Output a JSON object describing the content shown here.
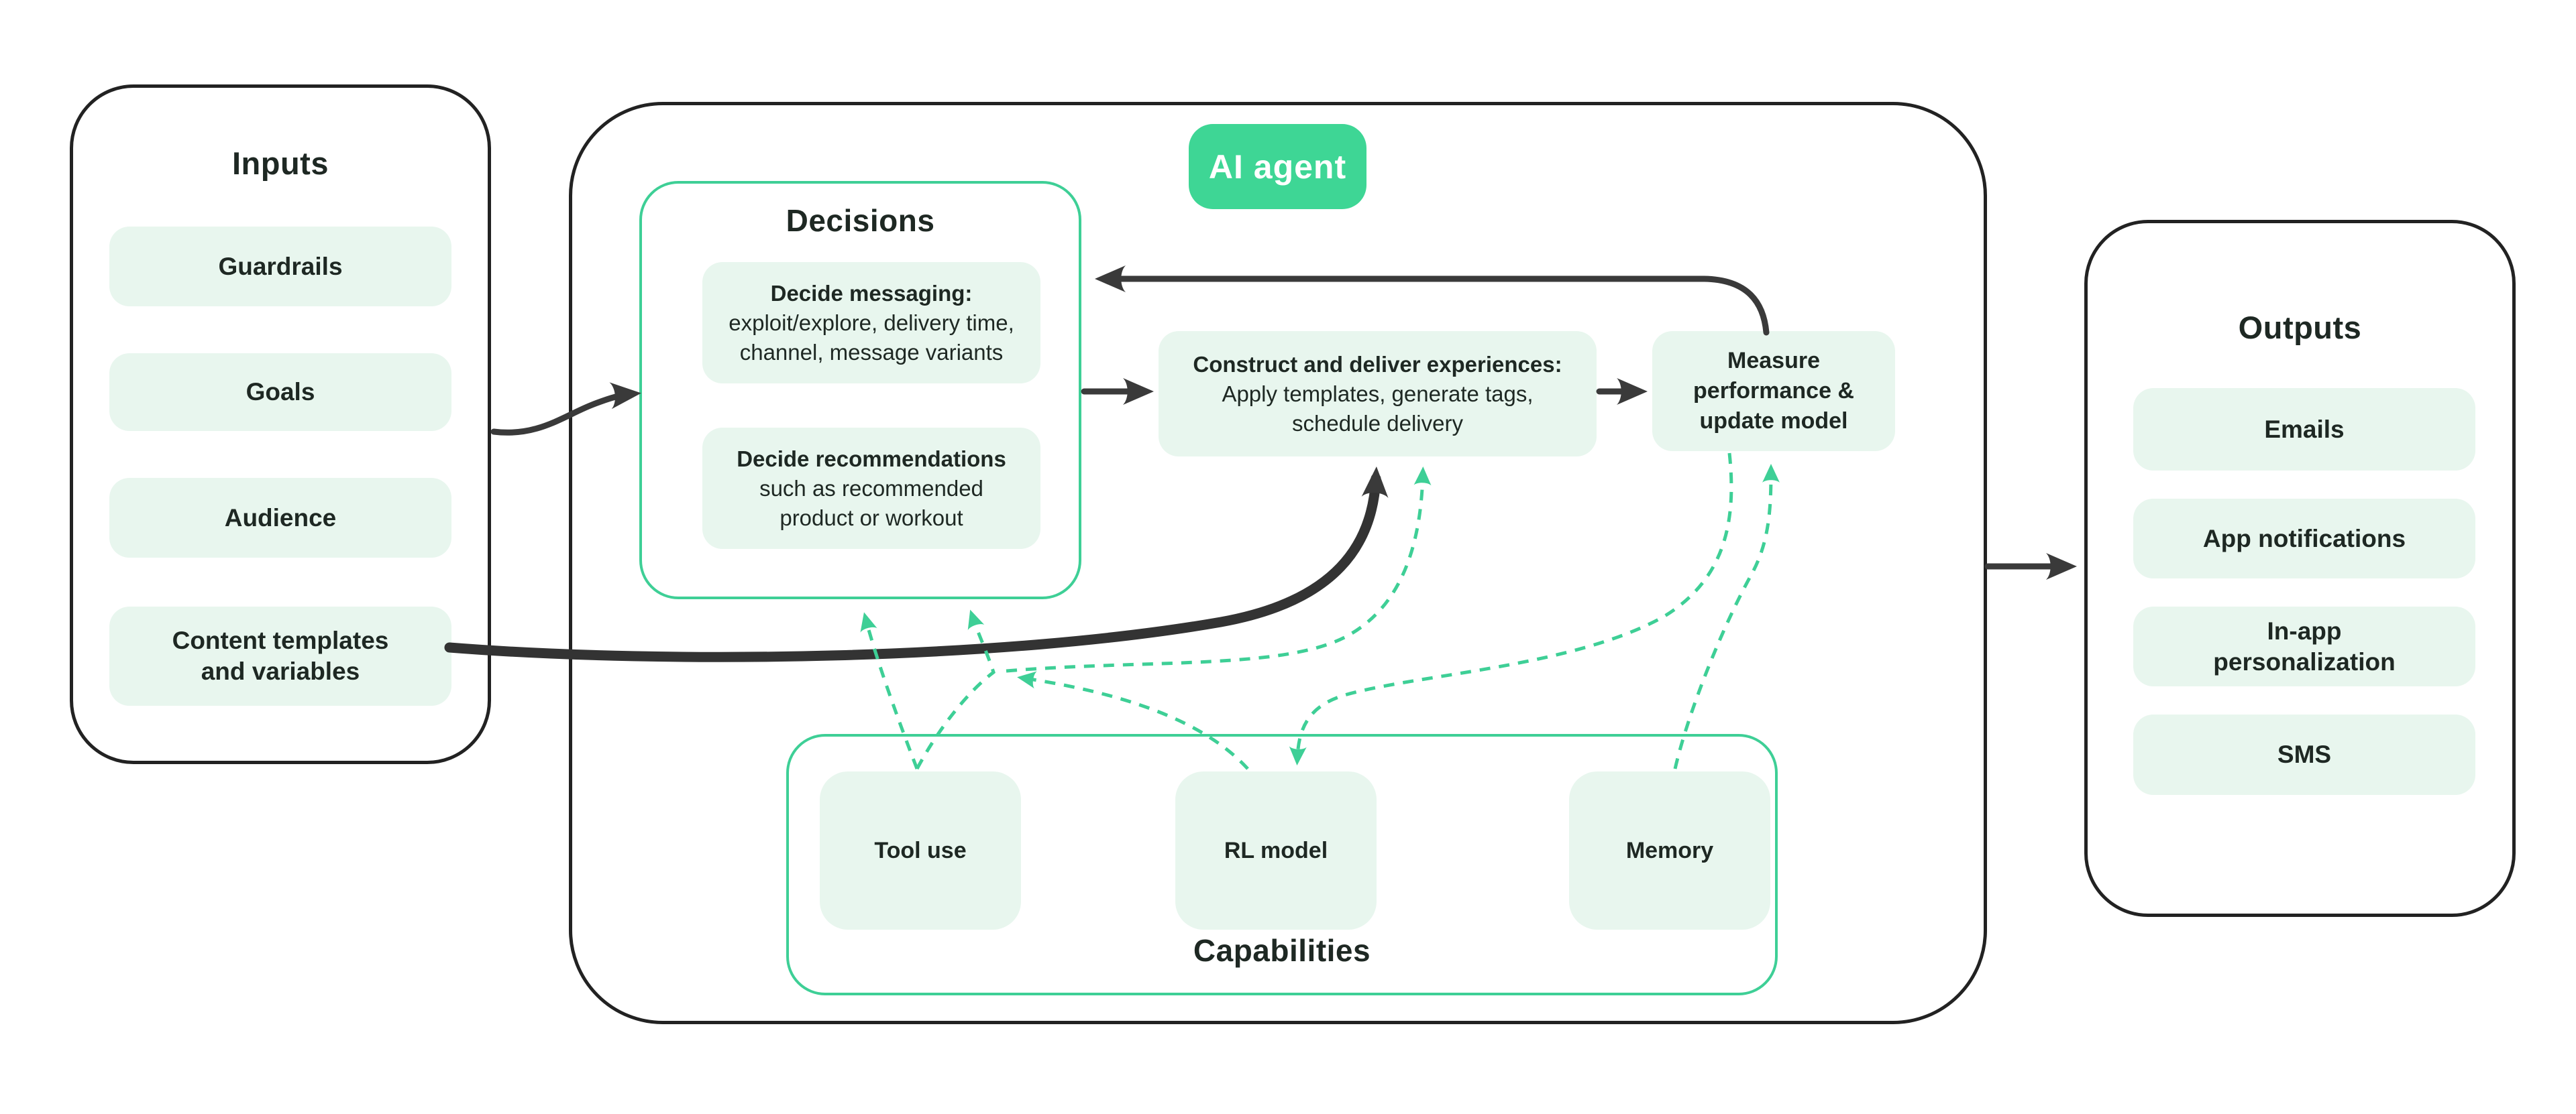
{
  "colors": {
    "accent_green": "#3ecf96",
    "badge_green": "#3ed695",
    "mint_fill": "#e8f6ee",
    "ink": "#1e2823",
    "arrow_dark": "#3a3a3a"
  },
  "inputs": {
    "title": "Inputs",
    "items": [
      "Guardrails",
      "Goals",
      "Audience",
      "Content templates\nand variables"
    ]
  },
  "agent": {
    "badge_label": "AI agent"
  },
  "decisions": {
    "title": "Decisions",
    "cards": [
      {
        "heading": "Decide messaging:",
        "body": "exploit/explore, delivery time,\nchannel, message variants"
      },
      {
        "heading": "Decide recommendations",
        "body": "such as recommended\nproduct or workout"
      }
    ]
  },
  "pipeline": {
    "construct": {
      "heading": "Construct and deliver experiences:",
      "body": "Apply templates, generate tags,\nschedule delivery"
    },
    "measure": {
      "label": "Measure\nperformance &\nupdate model"
    }
  },
  "capabilities": {
    "title": "Capabilities",
    "items": [
      "Tool use",
      "RL model",
      "Memory"
    ]
  },
  "outputs": {
    "title": "Outputs",
    "items": [
      "Emails",
      "App notifications",
      "In-app\npersonalization",
      "SMS"
    ]
  }
}
